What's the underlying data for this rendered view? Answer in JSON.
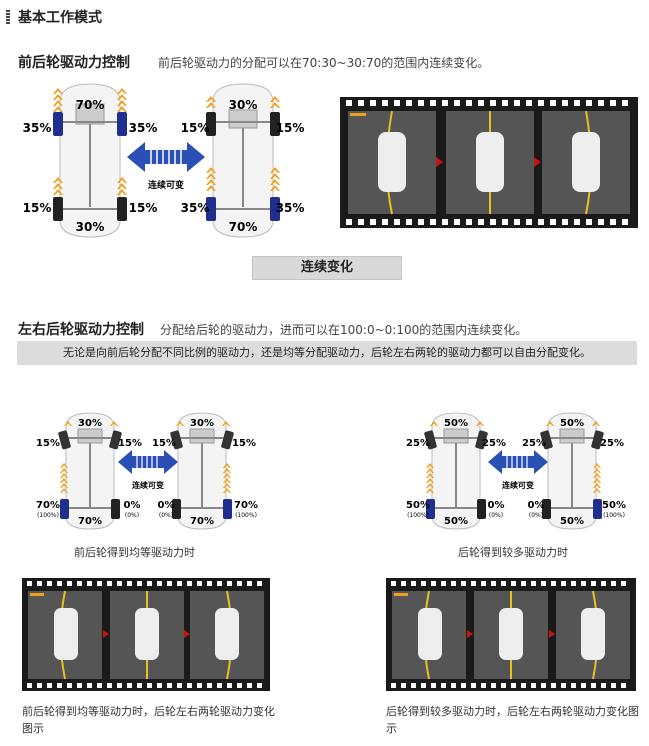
{
  "header": {
    "title": "基本工作模式"
  },
  "section1": {
    "title": "前后轮驱动力控制",
    "desc": "前后轮驱动力的分配可以在70:30~30:70的范围内连续变化。",
    "car_left": {
      "top": "70%",
      "bottom": "30%",
      "fl": "35%",
      "fr": "35%",
      "rl": "15%",
      "rr": "15%"
    },
    "car_right": {
      "top": "30%",
      "bottom": "70%",
      "fl": "15%",
      "fr": "15%",
      "rl": "35%",
      "rr": "35%"
    },
    "arrow_label": "连续可变",
    "button": "连续变化"
  },
  "section2": {
    "title": "左右后轮驱动力控制",
    "desc": "分配给后轮的驱动力，进而可以在100:0~0:100的范围内连续变化。",
    "note": "无论是向前后轮分配不同比例的驱动力，还是均等分配驱动力，后轮左右两轮的驱动力都可以自由分配变化。",
    "left_pair": {
      "car_a": {
        "top": "30%",
        "bottom": "70%",
        "fl": "15%",
        "fr": "15%",
        "rl": "70%",
        "rl_sub": "(100%)",
        "rr": "0%",
        "rr_sub": "(0%)"
      },
      "car_b": {
        "top": "30%",
        "bottom": "70%",
        "fl": "15%",
        "fr": "15%",
        "rl": "0%",
        "rl_sub": "(0%)",
        "rr": "70%",
        "rr_sub": "(100%)"
      },
      "arrow_label": "连续可变",
      "caption": "前后轮得到均等驱动力时"
    },
    "right_pair": {
      "car_a": {
        "top": "50%",
        "bottom": "50%",
        "fl": "25%",
        "fr": "25%",
        "rl": "50%",
        "rl_sub": "(100%)",
        "rr": "0%",
        "rr_sub": "(0%)"
      },
      "car_b": {
        "top": "50%",
        "bottom": "50%",
        "fl": "25%",
        "fr": "25%",
        "rl": "0%",
        "rl_sub": "(0%)",
        "rr": "50%",
        "rr_sub": "(100%)"
      },
      "arrow_label": "连续可变",
      "caption": "后轮得到较多驱动力时"
    },
    "film_left_caption": "前后轮得到均等驱动力时，后轮左右两轮驱动力变化图示",
    "film_right_caption": "后轮得到较多驱动力时，后轮左右两轮驱动力变化图示"
  },
  "colors": {
    "accent_orange": "#f0a020",
    "wheel_blue": "#1f2f8f",
    "arrow_blue": "#2a4fb5",
    "film_bg": "#1a1a1a",
    "road_yellow": "#e8c020",
    "red_arrow": "#cc1111"
  }
}
